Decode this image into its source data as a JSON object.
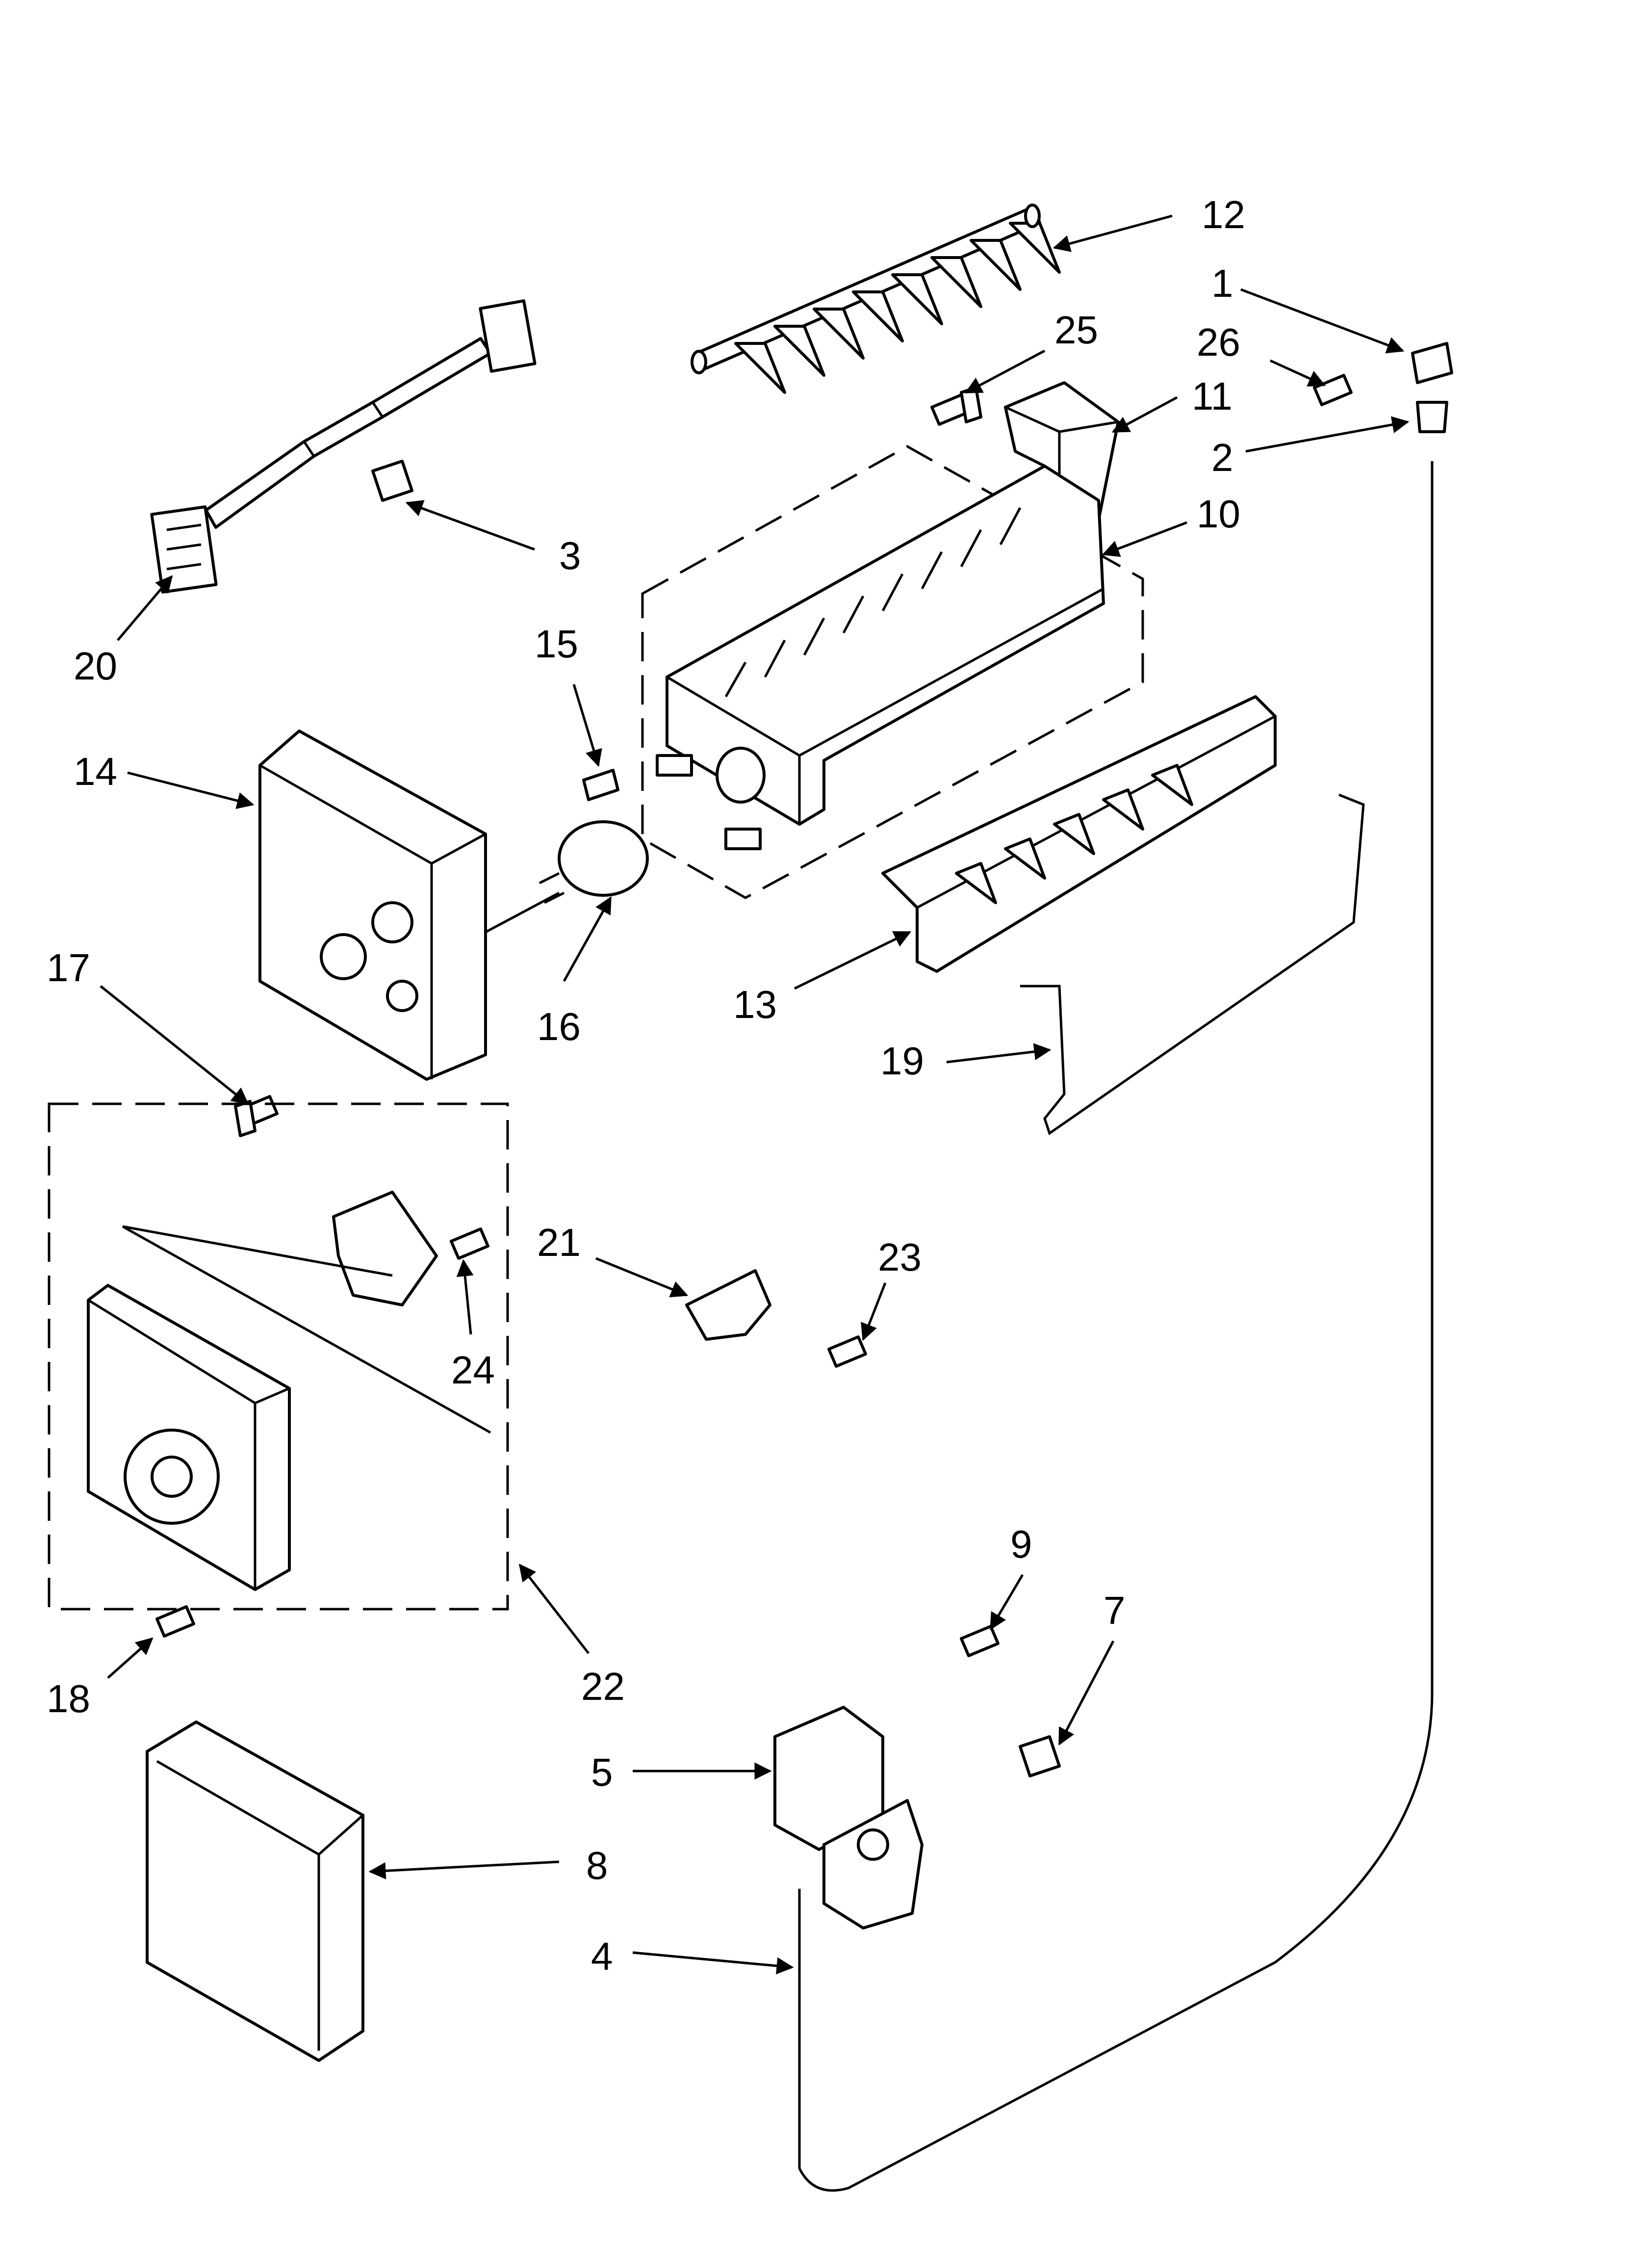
{
  "callouts": [
    {
      "id": "12",
      "text": "12"
    },
    {
      "id": "1",
      "text": "1"
    },
    {
      "id": "25",
      "text": "25"
    },
    {
      "id": "26",
      "text": "26"
    },
    {
      "id": "11",
      "text": "11"
    },
    {
      "id": "2",
      "text": "2"
    },
    {
      "id": "10",
      "text": "10"
    },
    {
      "id": "3",
      "text": "3"
    },
    {
      "id": "20",
      "text": "20"
    },
    {
      "id": "15",
      "text": "15"
    },
    {
      "id": "14",
      "text": "14"
    },
    {
      "id": "17",
      "text": "17"
    },
    {
      "id": "16",
      "text": "16"
    },
    {
      "id": "13",
      "text": "13"
    },
    {
      "id": "19",
      "text": "19"
    },
    {
      "id": "21",
      "text": "21"
    },
    {
      "id": "23",
      "text": "23"
    },
    {
      "id": "24",
      "text": "24"
    },
    {
      "id": "9",
      "text": "9"
    },
    {
      "id": "7",
      "text": "7"
    },
    {
      "id": "18",
      "text": "18"
    },
    {
      "id": "22",
      "text": "22"
    },
    {
      "id": "5",
      "text": "5"
    },
    {
      "id": "8",
      "text": "8"
    },
    {
      "id": "4",
      "text": "4"
    }
  ]
}
